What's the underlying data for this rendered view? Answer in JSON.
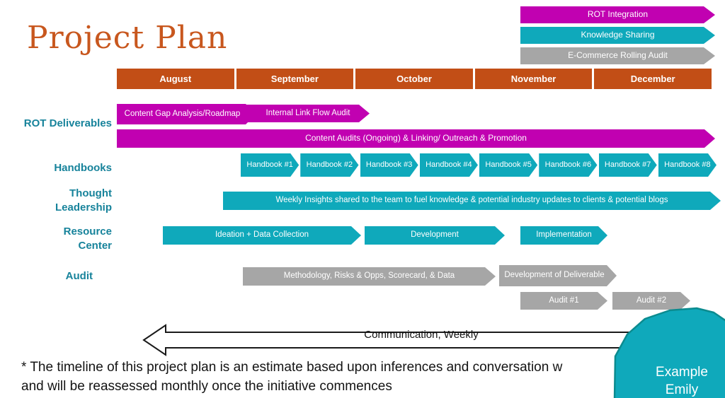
{
  "slide": {
    "title": "Project Plan"
  },
  "legend": {
    "rot_integration": "ROT Integration",
    "knowledge_sharing": "Knowledge Sharing",
    "ecommerce_audit": "E-Commerce Rolling Audit"
  },
  "months": [
    "August",
    "September",
    "October",
    "November",
    "December"
  ],
  "rows": {
    "rot": {
      "label": "ROT Deliverables",
      "content_gap": "Content Gap Analysis/Roadmap",
      "internal_link": "Internal Link Flow Audit",
      "content_audits": "Content Audits (Ongoing) & Linking/ Outreach & Promotion"
    },
    "handbooks": {
      "label": "Handbooks",
      "items": [
        "Handbook #1",
        "Handbook #2",
        "Handbook #3",
        "Handbook #4",
        "Handbook #5",
        "Handbook #6",
        "Handbook #7",
        "Handbook #8"
      ]
    },
    "thought": {
      "label_line1": "Thought",
      "label_line2": "Leadership",
      "bar": "Weekly Insights shared to the team to fuel knowledge & potential industry updates to clients & potential blogs"
    },
    "resource": {
      "label_line1": "Resource",
      "label_line2": "Center",
      "ideation": "Ideation + Data Collection",
      "development": "Development",
      "implementation": "Implementation"
    },
    "audit": {
      "label": "Audit",
      "methodology": "Methodology, Risks & Opps, Scorecard, & Data",
      "dev_deliverable": "Development of Deliverable",
      "audit1": "Audit #1",
      "audit2": "Audit #2"
    }
  },
  "communication": {
    "label": "Communication, Weekly"
  },
  "footnote": {
    "line1": "* The timeline of this project plan is an estimate based upon inferences and conversation w",
    "line2": "and will be reassessed monthly once the initiative commences"
  },
  "sticker": {
    "line1": "Example",
    "line2": "Emily"
  },
  "colors": {
    "magenta": "#C101B1",
    "teal": "#0FA9BB",
    "gray": "#A6A6A6",
    "header_orange": "#C24E16",
    "title_orange": "#C8571E",
    "label_teal": "#17839B"
  }
}
